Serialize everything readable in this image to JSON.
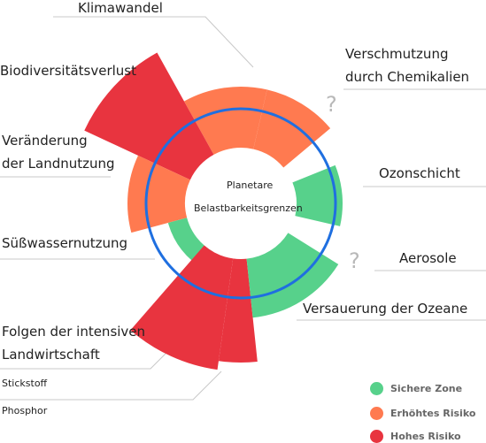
{
  "center": {
    "line1": "Planetare",
    "line2": "Belastbarkeitsgrenzen"
  },
  "labels": {
    "climate": "Klimawandel",
    "chemicals_line1": "Verschmutzung",
    "chemicals_line2": "durch Chemikalien",
    "biodiversity": "Biodiversitätsverlust",
    "landuse_line1": "Veränderung",
    "landuse_line2": "der Landnutzung",
    "ozone": "Ozonschicht",
    "freshwater": "Süßwassernutzung",
    "aerosols": "Aerosole",
    "acidification": "Versauerung der Ozeane",
    "agriculture_line1": "Folgen der intensiven",
    "agriculture_line2": "Landwirtschaft",
    "nitrogen": "Stickstoff",
    "phosphorus": "Phosphor"
  },
  "unknown_marker": "?",
  "legend": [
    {
      "label": "Sichere Zone",
      "color": "#57d18b"
    },
    {
      "label": "Erhöhtes Risiko",
      "color": "#ff7a50"
    },
    {
      "label": "Hohes Risiko",
      "color": "#e8343f"
    }
  ],
  "colors": {
    "safe": "#57d18b",
    "increased": "#ff7a50",
    "high": "#e8343f",
    "boundary_circle": "#1f6fe0",
    "leader_line": "#c8c8c8",
    "unknown": "#b8b8b8"
  }
}
